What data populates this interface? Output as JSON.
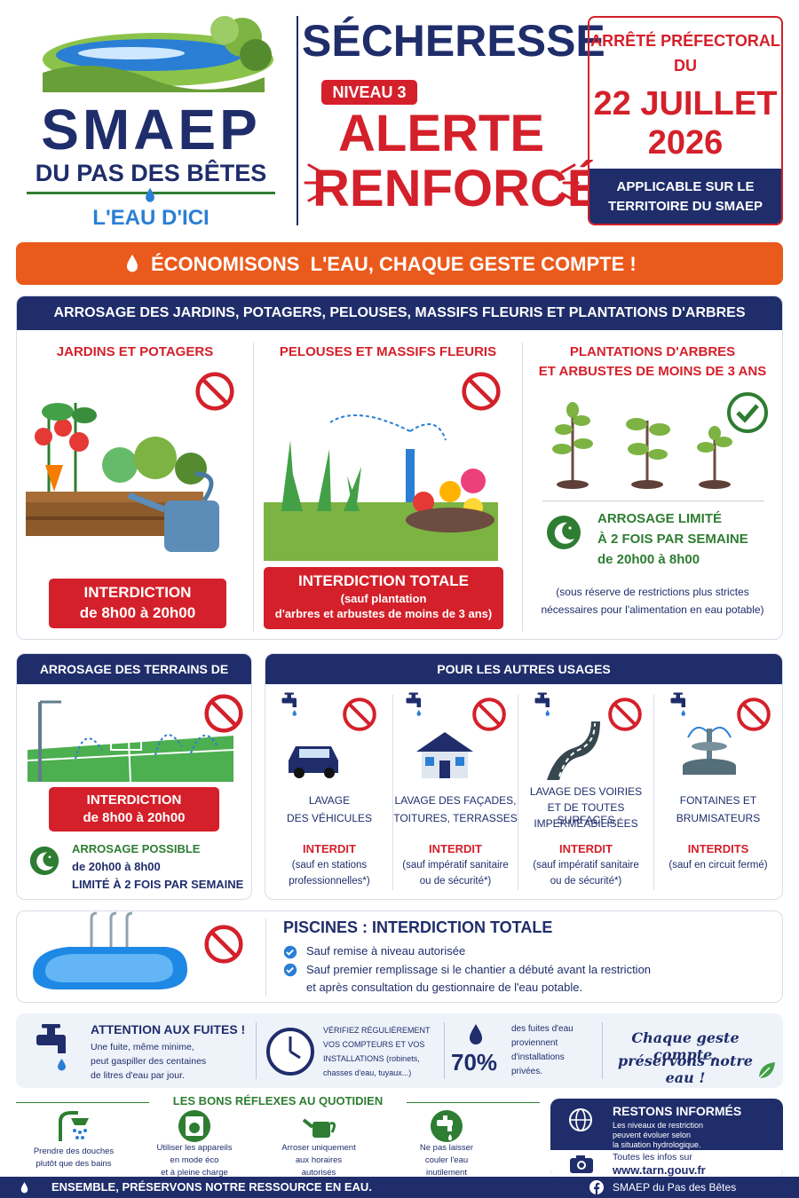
{
  "header": {
    "logo_title": "SMAEP",
    "logo_subtitle": "DU PAS DES BÊTES",
    "logo_tagline": "L'EAU D'ICI",
    "headline": "SÉCHERESSE",
    "level": "NIVEAU 3",
    "alert_line1": "ALERTE",
    "alert_line2": "RENFORCÉE",
    "decree_line1": "ARRÊTÉ PRÉFECTORAL",
    "decree_line2": "DU",
    "decree_date1": "22 JUILLET",
    "decree_date2": "2026",
    "applicable": "APPLICABLE SUR LE TERRITOIRE DU SMAEP"
  },
  "banner": "ÉCONOMISONS  L'EAU, CHAQUE GESTE COMPTE !",
  "watering": {
    "title": "ARROSAGE DES JARDINS, POTAGERS, PELOUSES, MASSIFS FLEURIS ET PLANTATIONS D'ARBRES",
    "col1": {
      "title": "JARDINS ET POTAGERS",
      "rule1": "INTERDICTION",
      "rule2": "de 8h00 à 20h00"
    },
    "col2": {
      "title": "PELOUSES ET MASSIFS FLEURIS",
      "rule1": "INTERDICTION TOTALE",
      "rule2": "(sauf plantation",
      "rule3": "d'arbres et arbustes de moins de 3 ans)"
    },
    "col3": {
      "title1": "PLANTATIONS D'ARBRES",
      "title2": "ET ARBUSTES DE MOINS DE 3 ANS",
      "rule1": "ARROSAGE LIMITÉ",
      "rule2": "À 2 FOIS PAR SEMAINE",
      "rule3": "de 20h00 à 8h00",
      "note1": "(sous réserve de restrictions plus strictes",
      "note2": "nécessaires pour l'alimentation en eau potable)"
    }
  },
  "sport": {
    "title": "ARROSAGE DES TERRAINS DE SPORT",
    "rule1": "INTERDICTION",
    "rule2": "de 8h00 à 20h00",
    "note1": "ARROSAGE POSSIBLE",
    "note2": "de 20h00 à 8h00",
    "note3": "LIMITÉ À 2 FOIS PAR SEMAINE"
  },
  "other": {
    "title": "POUR LES AUTRES USAGES",
    "items": [
      {
        "l1": "LAVAGE",
        "l2": "DES VÉHICULES",
        "l3": "",
        "status": "INTERDIT",
        "n1": "(sauf en stations",
        "n2": "professionnelles*)"
      },
      {
        "l1": "LAVAGE DES FAÇADES,",
        "l2": "TOITURES, TERRASSES",
        "l3": "",
        "status": "INTERDIT",
        "n1": "(sauf impératif sanitaire",
        "n2": "ou de sécurité*)"
      },
      {
        "l1": "LAVAGE DES VOIRIES",
        "l2": "ET DE TOUTES SURFACES",
        "l3": "IMPERMÉABILISÉES",
        "status": "INTERDIT",
        "n1": "(sauf impératif sanitaire",
        "n2": "ou de sécurité*)"
      },
      {
        "l1": "FONTAINES ET",
        "l2": "BRUMISATEURS",
        "l3": "",
        "status": "INTERDITS",
        "n1": "(sauf en circuit fermé)",
        "n2": ""
      }
    ]
  },
  "pool": {
    "title": "PISCINES : INTERDICTION TOTALE",
    "b1": "Sauf remise à niveau autorisée",
    "b2a": "Sauf premier remplissage si le chantier a débuté avant la restriction",
    "b2b": "et après consultation du gestionnaire de l'eau potable."
  },
  "leaks": {
    "title": "ATTENTION AUX FUITES !",
    "t1": "Une fuite, même minime,",
    "t2": "peut gaspiller des centaines",
    "t3": "de litres d'eau par jour.",
    "c1": "VÉRIFIEZ RÉGULIÈREMENT",
    "c2": "VOS COMPTEURS ET VOS",
    "c3": "INSTALLATIONS (robinets,",
    "c4": "chasses d'eau, tuyaux...)",
    "pct": "70%",
    "p1": "des fuites d'eau",
    "p2": "proviennent",
    "p3": "d'installations",
    "p4": "privées.",
    "slogan1": "Chaque geste compte,",
    "slogan2": "préservons notre eau !"
  },
  "reflexes": {
    "title": "LES BONS RÉFLEXES AU QUOTIDIEN",
    "items": [
      {
        "l1": "Prendre des douches",
        "l2": "plutôt que des bains",
        "l3": ""
      },
      {
        "l1": "Utiliser les appareils",
        "l2": "en mode éco",
        "l3": "et à pleine charge"
      },
      {
        "l1": "Arroser uniquement",
        "l2": "aux horaires",
        "l3": "autorisés"
      },
      {
        "l1": "Ne pas laisser",
        "l2": "couler l'eau",
        "l3": "inutilement"
      }
    ]
  },
  "info": {
    "title": "RESTONS INFORMÉS",
    "t1": "Les niveaux de restriction",
    "t2": "peuvent évoluer selon",
    "t3": "la situation hydrologique.",
    "t4": "Toutes les infos sur",
    "url": "www.tarn.gouv.fr"
  },
  "footer": {
    "left": "ENSEMBLE, PRÉSERVONS NOTRE RESSOURCE EN EAU.",
    "right": "SMAEP du Pas des Bêtes"
  }
}
